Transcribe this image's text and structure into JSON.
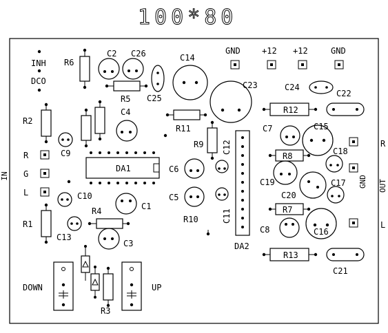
{
  "title": "100*80",
  "side_labels": {
    "in": "IN",
    "out": "OUT"
  },
  "left_pins": {
    "inh": "INH",
    "dco": "DCO",
    "r": "R",
    "g": "G",
    "l": "L"
  },
  "right_pins": {
    "r": "R",
    "gnd": "GND",
    "l": "L"
  },
  "top_pins": {
    "gnd1": "GND",
    "p12a": "+12",
    "p12b": "+12",
    "gnd2": "GND"
  },
  "buttons": {
    "down": "DOWN",
    "up": "UP"
  },
  "chips": {
    "da1": "DA1",
    "da2": "DA2"
  },
  "resistors": {
    "r1": "R1",
    "r2": "R2",
    "r3": "R3",
    "r4": "R4",
    "r5": "R5",
    "r6": "R6",
    "r7": "R7",
    "r8": "R8",
    "r9": "R9",
    "r10": "R10",
    "r11": "R11",
    "r12": "R12",
    "r13": "R13"
  },
  "capacitors": {
    "c1": "C1",
    "c2": "C2",
    "c3": "C3",
    "c4": "C4",
    "c5": "C5",
    "c6": "C6",
    "c7": "C7",
    "c8": "C8",
    "c9": "C9",
    "c10": "C10",
    "c11": "C11",
    "c12": "C12",
    "c13": "C13",
    "c14": "C14",
    "c15": "C15",
    "c16": "C16",
    "c17": "C17",
    "c18": "C18",
    "c19": "C19",
    "c20": "C20",
    "c21": "C21",
    "c22": "C22",
    "c23": "C23",
    "c24": "C24",
    "c25": "C25",
    "c26": "C26"
  }
}
